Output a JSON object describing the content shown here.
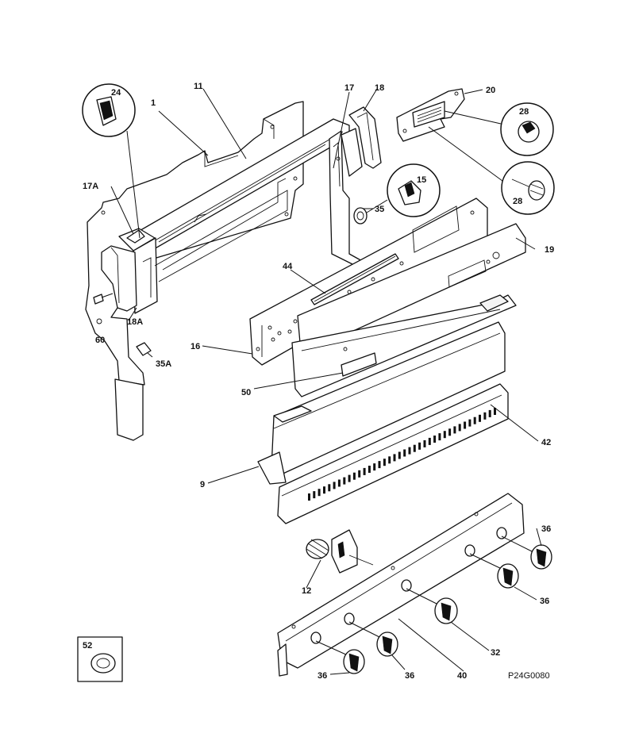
{
  "diagram": {
    "drawing_number": "P24G0080",
    "callouts": {
      "c1": "1",
      "c11": "11",
      "c17": "17",
      "c18": "18",
      "c20": "20",
      "c24": "24",
      "c28a": "28",
      "c28b": "28",
      "c15": "15",
      "c35": "35",
      "c17a": "17A",
      "c19": "19",
      "c44": "44",
      "c18a": "18A",
      "c60": "60",
      "c16": "16",
      "c35a": "35A",
      "c50": "50",
      "c42": "42",
      "c9": "9",
      "c36a": "36",
      "c36b": "36",
      "c36c": "36",
      "c36d": "36",
      "c12": "12",
      "c32": "32",
      "c40": "40",
      "c52": "52"
    }
  }
}
